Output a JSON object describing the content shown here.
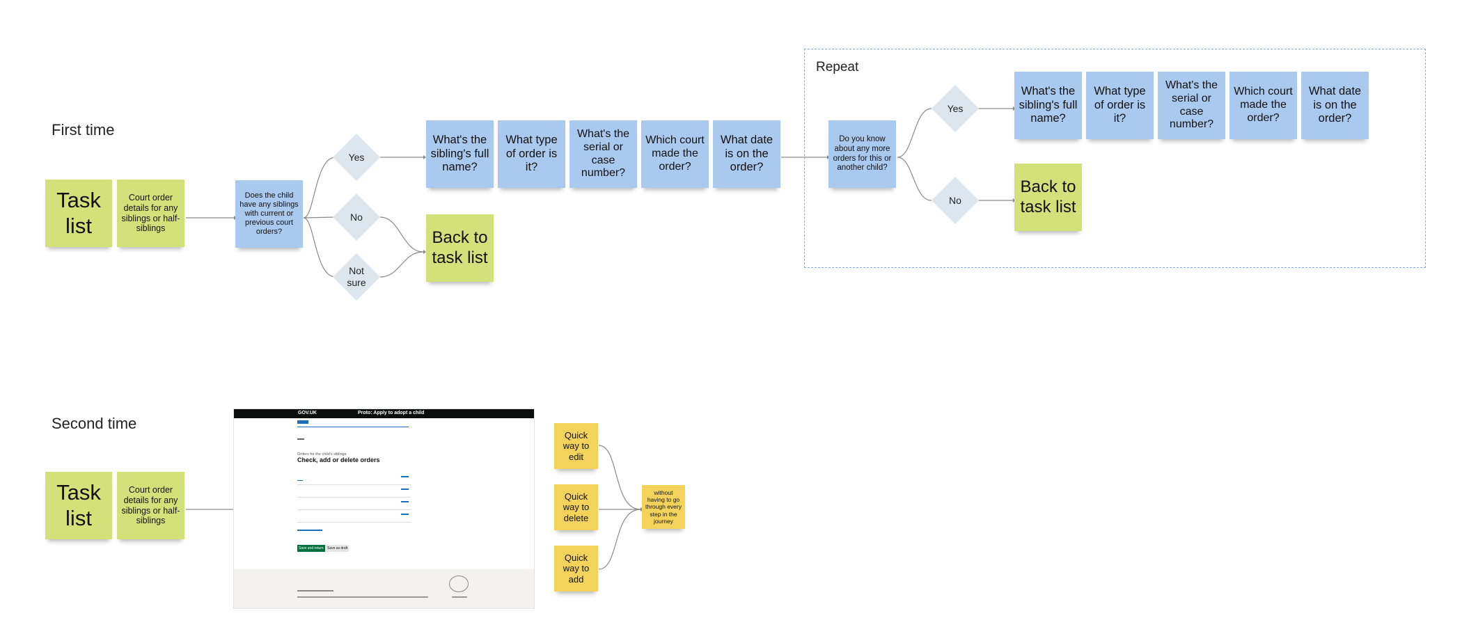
{
  "first_time": {
    "title": "First time",
    "task_list": "Task list",
    "court_order_details": "Court order details for any siblings or half-siblings",
    "question": "Does the child have any siblings with current or previous court orders?",
    "answers": {
      "yes": "Yes",
      "no": "No",
      "not_sure": "Not sure"
    },
    "back_to_task_list": "Back to task list",
    "questions": [
      "What's the sibling's full name?",
      "What type of order is it?",
      "What's the serial or case number?",
      "Which court made the order?",
      "What date is on the order?"
    ]
  },
  "repeat": {
    "label": "Repeat",
    "question": "Do you know about any more orders for this or another child?",
    "answers": {
      "yes": "Yes",
      "no": "No"
    },
    "questions": [
      "What's the sibling's full name?",
      "What type of order is it?",
      "What's the serial or case number?",
      "Which court made the order?",
      "What date is on the order?"
    ],
    "back_to_task_list": "Back to task list"
  },
  "second_time": {
    "title": "Second time",
    "task_list": "Task list",
    "court_order_details": "Court order details for any siblings or half-siblings",
    "quick_edit": "Quick way to edit",
    "quick_delete": "Quick way to delete",
    "quick_add": "Quick way to add",
    "without": "without having to go through every step in the journey"
  },
  "mock_screen": {
    "header_brand": "GOV.UK",
    "header_service": "Proto: Apply to adopt a child",
    "caption": "Orders for the child's siblings",
    "heading": "Check, add or delete orders",
    "primary_button": "Save and return",
    "secondary_button": "Save as draft"
  },
  "colors": {
    "green_note": "#d3e17a",
    "blue_note": "#a9c9ef",
    "yellow_note": "#f4d35c",
    "diamond": "#dde6ee",
    "repeat_border": "#7fb0e0"
  }
}
